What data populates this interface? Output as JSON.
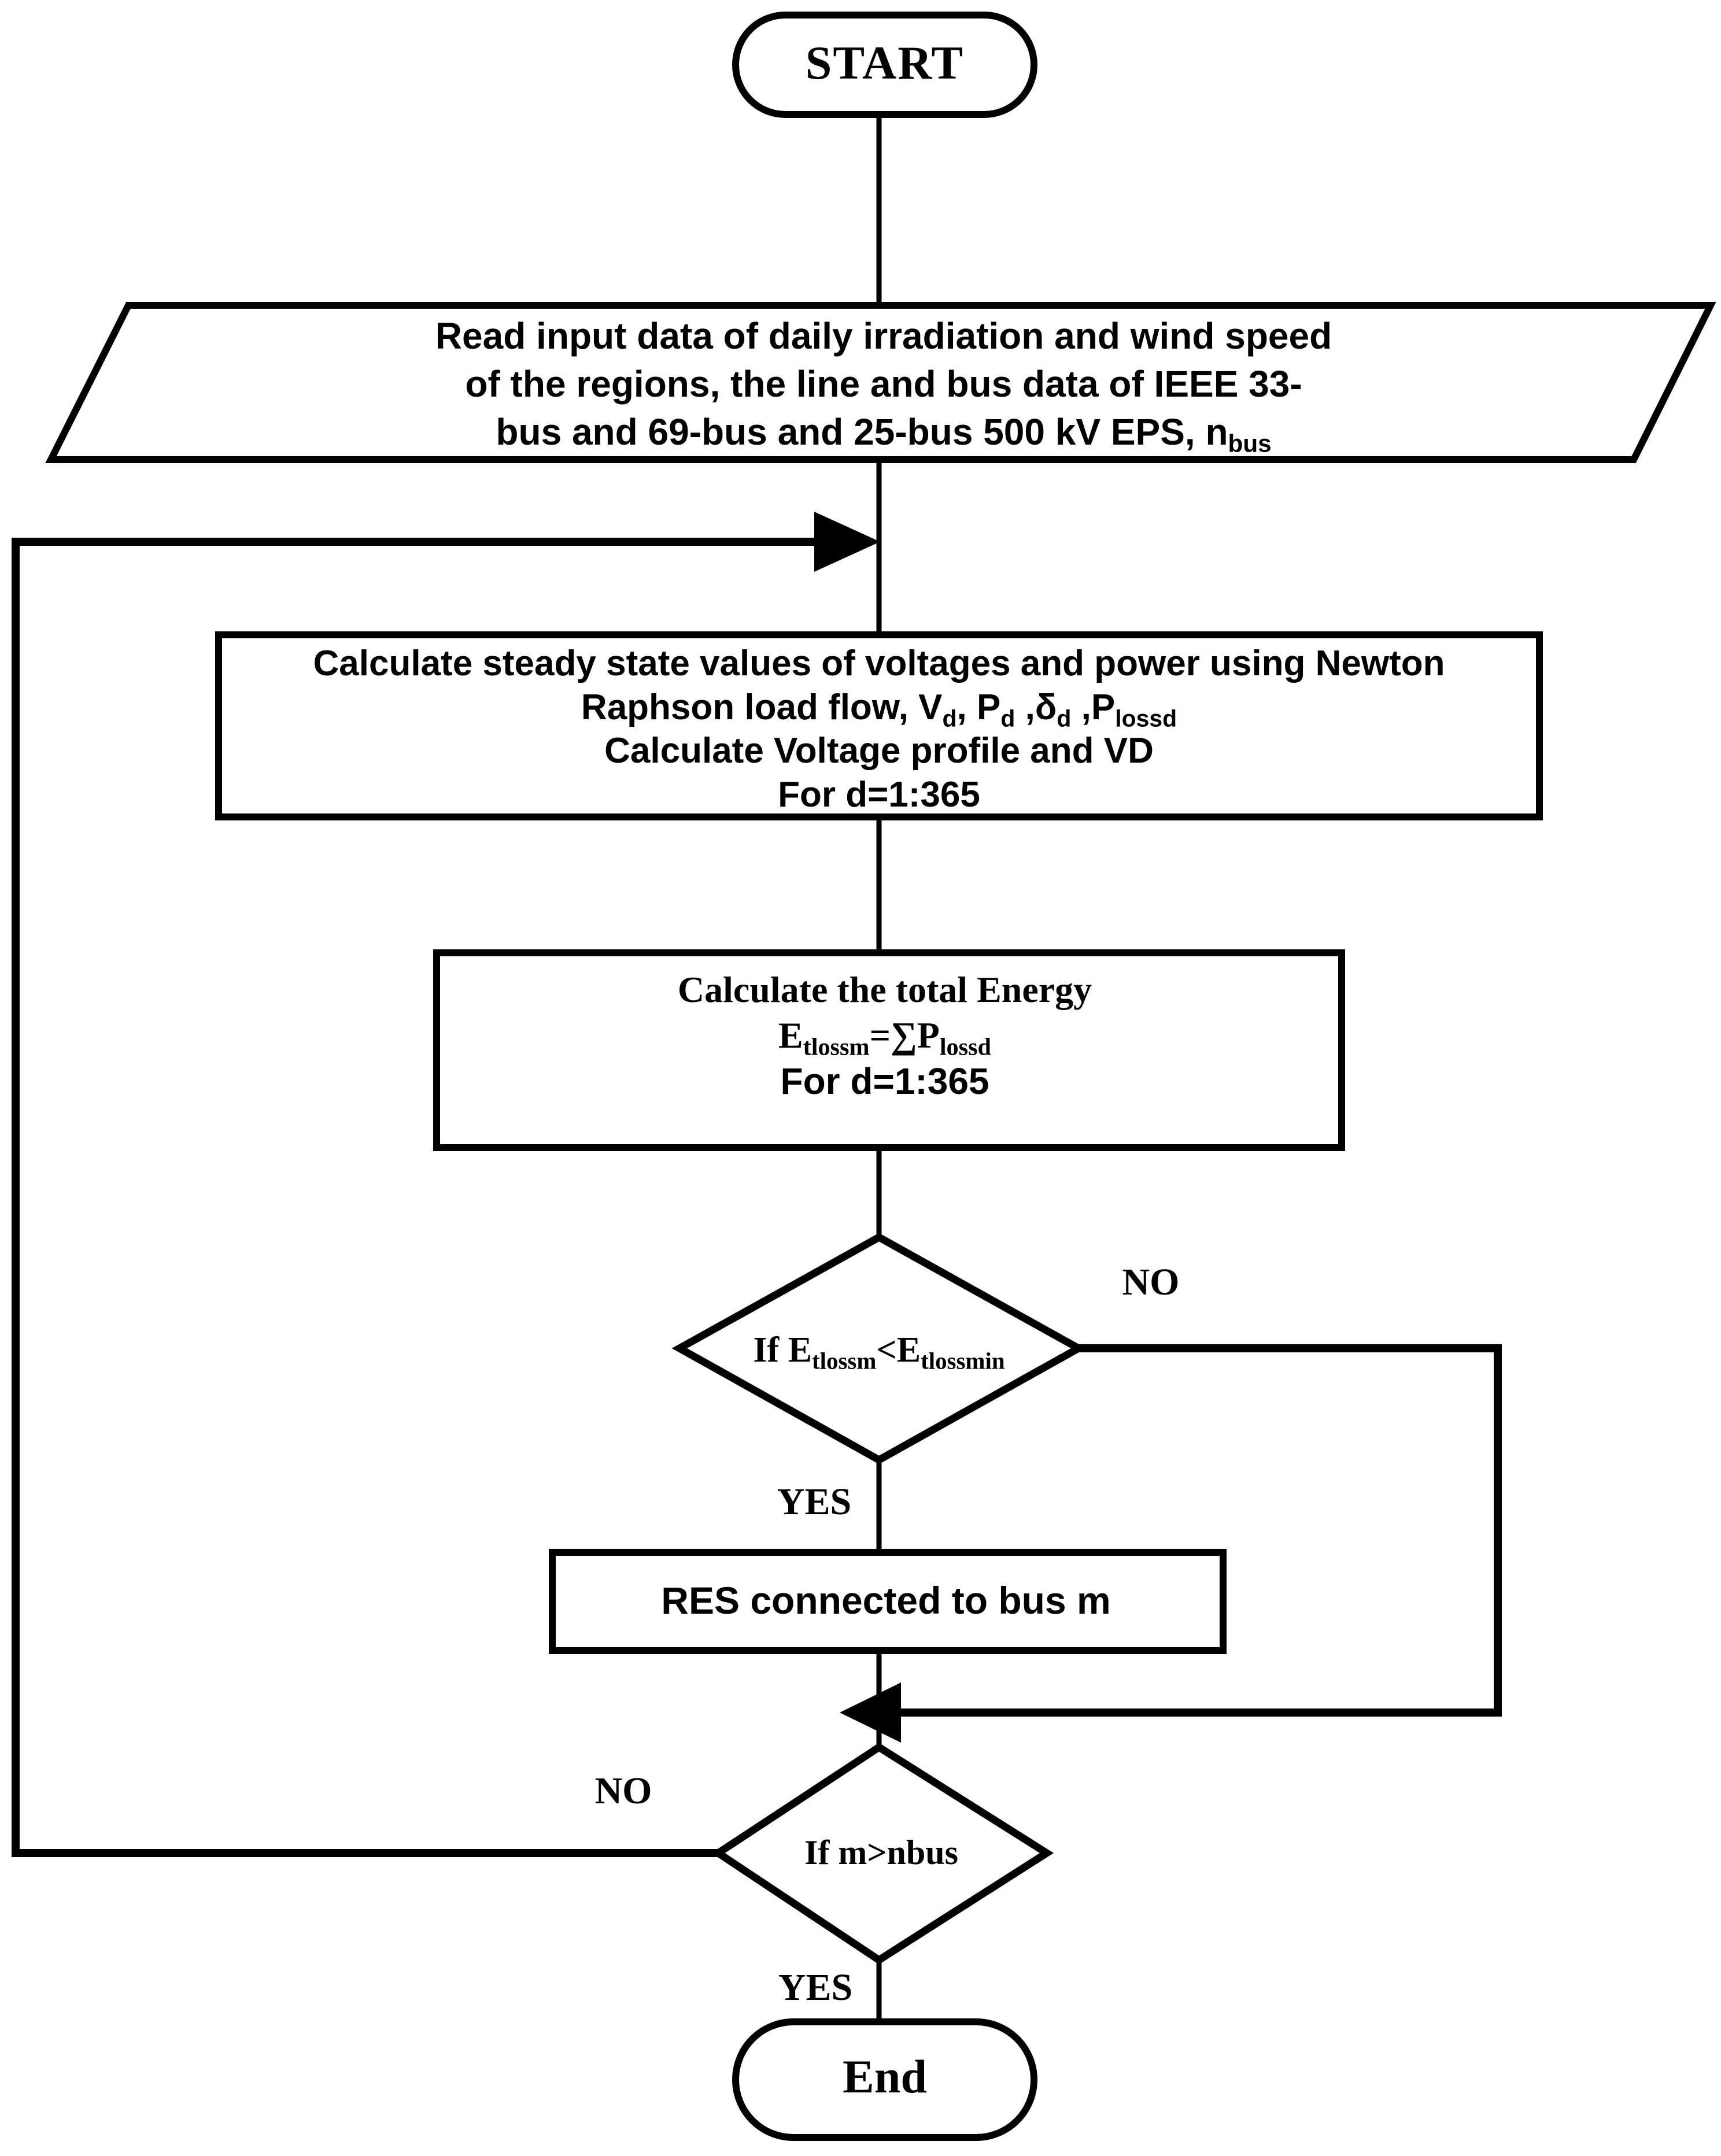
{
  "diagram": {
    "title": "RES placement optimization flowchart",
    "stroke_color": "#000000",
    "background_color": "#ffffff",
    "nodes": {
      "start": {
        "label": "START",
        "shape": "terminator"
      },
      "input": {
        "shape": "parallelogram",
        "line1": "Read input data of daily irradiation and wind speed",
        "line2": "of the regions,  the line and bus data of IEEE 33-",
        "line3_pre": "bus and 69-bus and 25-bus 500 kV EPS, n",
        "line3_sub": "bus"
      },
      "load_flow": {
        "shape": "process",
        "line1": "Calculate steady state values of voltages and power using Newton",
        "line2_a": "Raphson load flow, V",
        "line2_sub_a": "d",
        "line2_b": ", P",
        "line2_sub_b": "d",
        "line2_c": " ,δ",
        "line2_sub_c": "d",
        "line2_d": " ,P",
        "line2_sub_d": "lossd",
        "line3": "Calculate Voltage profile and VD",
        "line4": "For d=1:365"
      },
      "energy": {
        "shape": "process",
        "line1": "Calculate the total Energy",
        "line2_a": "E",
        "line2_sub_a": "tlossm",
        "line2_b": "=∑P",
        "line2_sub_b": "lossd",
        "line3": "For d=1:365"
      },
      "decision_energy": {
        "shape": "decision",
        "text_a": "If E",
        "text_sub_a": "tlossm",
        "text_b": "<E",
        "text_sub_b": "tlossmin",
        "yes_label": "YES",
        "no_label": "NO"
      },
      "res": {
        "shape": "process",
        "label": "RES connected to bus m"
      },
      "decision_bus": {
        "shape": "decision",
        "label": "If m>nbus",
        "yes_label": "YES",
        "no_label": "NO"
      },
      "end": {
        "label": "End",
        "shape": "terminator"
      }
    },
    "edges": [
      {
        "from": "start",
        "to": "input",
        "kind": "straight"
      },
      {
        "from": "input",
        "to": "load_flow",
        "kind": "straight"
      },
      {
        "from": "load_flow",
        "to": "energy",
        "kind": "straight"
      },
      {
        "from": "energy",
        "to": "decision_energy",
        "kind": "straight"
      },
      {
        "from": "decision_energy",
        "to": "res",
        "kind": "straight",
        "label": "YES"
      },
      {
        "from": "decision_energy",
        "to": "decision_bus",
        "kind": "right-bypass",
        "label": "NO"
      },
      {
        "from": "res",
        "to": "decision_bus",
        "kind": "straight"
      },
      {
        "from": "decision_bus",
        "to": "load_flow",
        "kind": "left-feedback",
        "label": "NO"
      },
      {
        "from": "decision_bus",
        "to": "end",
        "kind": "straight",
        "label": "YES"
      }
    ]
  }
}
